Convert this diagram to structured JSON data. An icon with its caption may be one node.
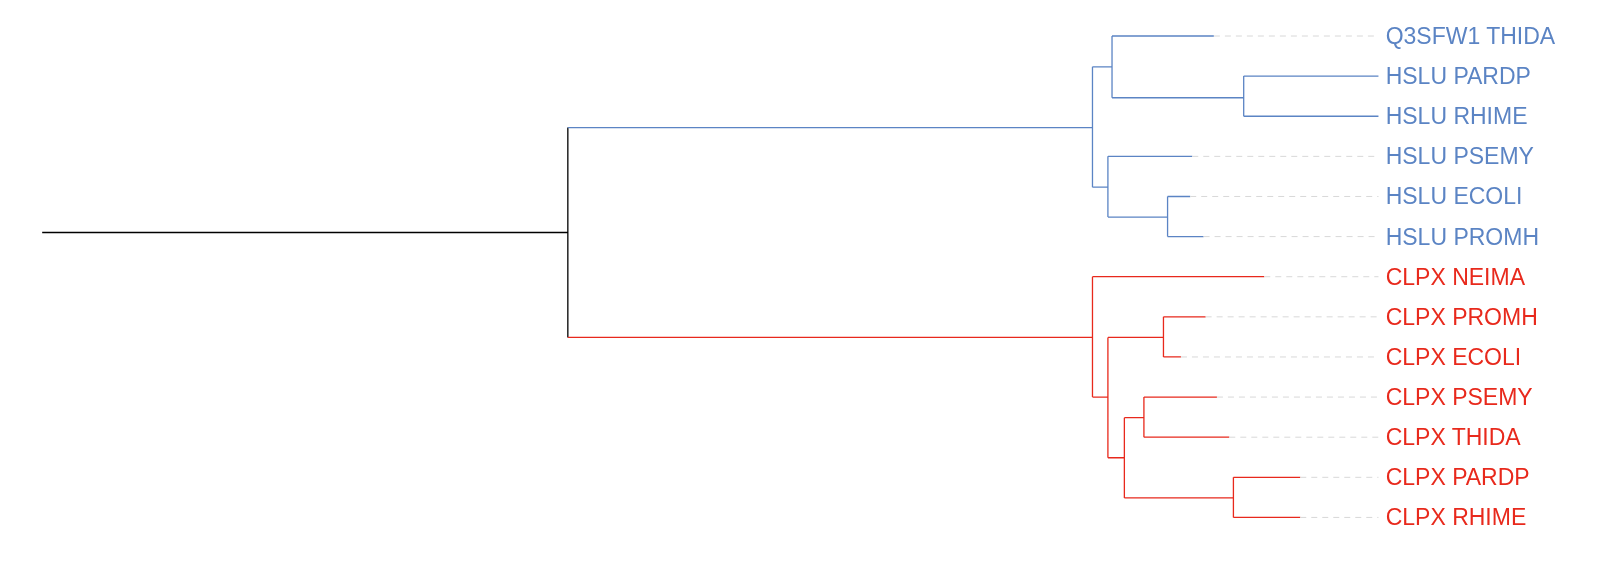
{
  "diagram": {
    "nodes": [
      {
        "text": [
          "Q3SFW1 THIDA"
        ]
      },
      {
        "text": [
          "HSLU PARDP"
        ]
      },
      {
        "text": [
          "HSLU RHIME"
        ]
      },
      {
        "text": [
          "HSLU PSEMY"
        ]
      },
      {
        "text": [
          "HSLU ECOLI"
        ]
      },
      {
        "text": [
          "HSLU PROMH"
        ]
      },
      {
        "text": [
          "CLPX NEIMA"
        ]
      },
      {
        "text": [
          "CLPX PROMH"
        ]
      },
      {
        "text": [
          "CLPX ECOLI"
        ]
      },
      {
        "text": [
          "CLPX PSEMY"
        ]
      },
      {
        "text": [
          "CLPX THIDA"
        ]
      },
      {
        "text": [
          "CLPX PARDP"
        ]
      },
      {
        "text": [
          "CLPX RHIME"
        ]
      }
    ]
  }
}
